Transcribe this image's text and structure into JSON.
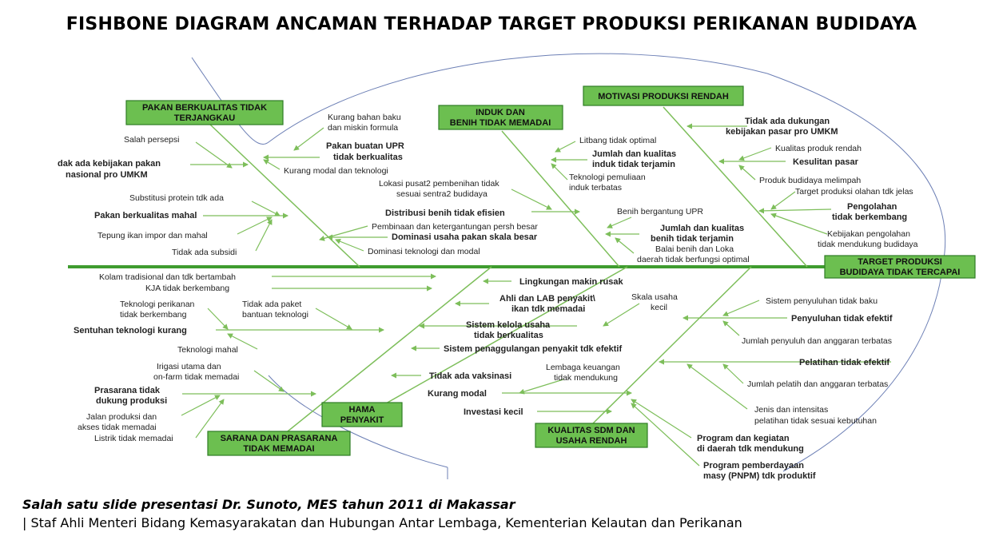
{
  "title": "FISHBONE DIAGRAM ANCAMAN TERHADAP TARGET PRODUKSI PERIKANAN BUDIDAYA",
  "head": [
    "TARGET  PRODUKSI",
    "BUDIDAYA TIDAK TERCAPAI"
  ],
  "categories": {
    "pakan": [
      "PAKAN BERKUALITAS TIDAK",
      "TERJANGKAU"
    ],
    "induk": [
      "INDUK DAN",
      "BENIH TIDAK MEMADAI"
    ],
    "motivasi": [
      "MOTIVASI PRODUKSI RENDAH"
    ],
    "sarana": [
      "SARANA DAN PRASARANA",
      "TIDAK MEMADAI"
    ],
    "hama": [
      "HAMA",
      "PENYAKIT"
    ],
    "sdm": [
      "KUALITAS SDM DAN",
      "USAHA RENDAH"
    ]
  },
  "causes": {
    "pakan": [
      "Kurang bahan baku",
      "dan miskin formula",
      "Salah persepsi",
      "Pakan buatan UPR",
      "tidak berkualitas",
      "dak ada kebijakan pakan",
      "nasional pro UMKM",
      "Kurang modal dan teknologi",
      "Substitusi protein tdk ada",
      "Pakan berkualitas mahal",
      "Tepung ikan impor dan mahal",
      "Tidak ada subsidi"
    ],
    "induk": [
      "Litbang tidak optimal",
      "Jumlah dan kualitas",
      "induk tidak terjamin",
      "Teknologi pemuliaan",
      "induk terbatas",
      "Lokasi pusat2 pembenihan tidak",
      "sesuai sentra2  budidaya",
      "Distribusi benih tidak efisien",
      "Pembinaan dan ketergantungan persh besar",
      "Dominasi usaha pakan skala besar",
      "Dominasi teknologi dan modal",
      "Benih bergantung UPR",
      "Jumlah dan kualitas",
      "benih tidak terjamin",
      "Balai benih dan  Loka",
      "daerah tidak berfungsi optimal"
    ],
    "motivasi": [
      "Tidak ada dukungan",
      "kebijakan pasar pro UMKM",
      "Kualitas produk rendah",
      "Kesulitan pasar",
      "Produk budidaya melimpah",
      "Target produksi olahan tdk jelas",
      "Pengolahan",
      "tidak berkembang",
      "Kebijakan pengolahan",
      "tidak mendukung budidaya"
    ],
    "sarana": [
      "Kolam tradisional dan tdk bertambah",
      "KJA tidak berkembang",
      "Teknologi perikanan",
      "tidak berkembang",
      "Tidak ada paket",
      "bantuan teknologi",
      "Sentuhan teknologi kurang",
      "Teknologi mahal",
      "Irigasi utama dan",
      "on-farm tidak memadai",
      "Prasarana  tidak",
      "dukung produksi",
      "Jalan produksi dan",
      "akses tidak memadai",
      "Listrik tidak memadai"
    ],
    "hama": [
      "Lingkungan makin rusak",
      "Ahli dan LAB penyakit\\",
      "ikan tdk memadai",
      "Skala usaha",
      "kecil",
      "Sistem kelola usaha",
      "tidak berkualitas",
      "Sistem penaggulangan penyakit tdk efektif",
      "Tidak ada vaksinasi",
      "Lembaga keuangan",
      "tidak mendukung",
      "Kurang modal",
      "Investasi kecil"
    ],
    "sdm": [
      "Sistem penyuluhan tidak baku",
      "Penyuluhan  tidak efektif",
      "Jumlah penyuluh dan anggaran terbatas",
      "Pelatihan tidak efektif",
      "Jumlah pelatih dan anggaran terbatas",
      "Jenis dan intensitas",
      "pelatihan tidak sesuai kebutuhan",
      "Program dan kegiatan",
      "di daerah tdk mendukung",
      "Program pemberdayaan",
      "masy (PNPM) tdk produktif"
    ]
  },
  "footer": {
    "line1": "Salah satu slide presentasi Dr. Sunoto, MES tahun 2011 di Makassar",
    "line2": "| Staf Ahli Menteri Bidang Kemasyarakatan dan Hubungan Antar Lembaga, Kementerian Kelautan dan Perikanan"
  },
  "colors": {
    "line": "#7dbe5a",
    "spine": "#3f9c2f",
    "box": "#6cbf50",
    "outline": "#6c7fb5"
  }
}
